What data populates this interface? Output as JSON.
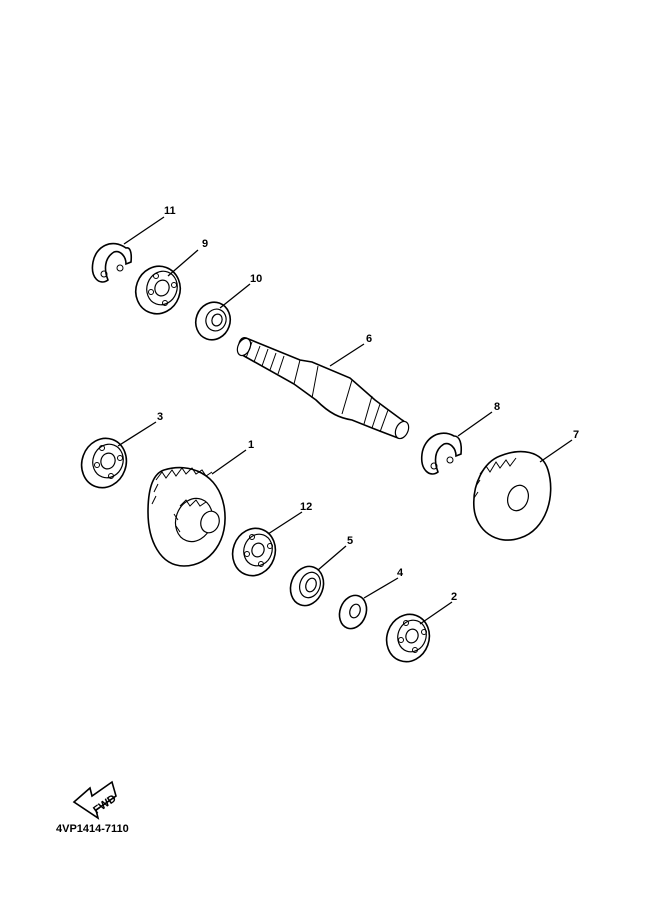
{
  "diagram": {
    "part_code": "4VP1414-7110",
    "fwd_label": "FWD",
    "callouts": [
      {
        "id": "1",
        "label": "1"
      },
      {
        "id": "2",
        "label": "2"
      },
      {
        "id": "3",
        "label": "3"
      },
      {
        "id": "4",
        "label": "4"
      },
      {
        "id": "5",
        "label": "5"
      },
      {
        "id": "6",
        "label": "6"
      },
      {
        "id": "7",
        "label": "7"
      },
      {
        "id": "8",
        "label": "8"
      },
      {
        "id": "9",
        "label": "9"
      },
      {
        "id": "10",
        "label": "10"
      },
      {
        "id": "11",
        "label": "11"
      },
      {
        "id": "12",
        "label": "12"
      }
    ]
  }
}
